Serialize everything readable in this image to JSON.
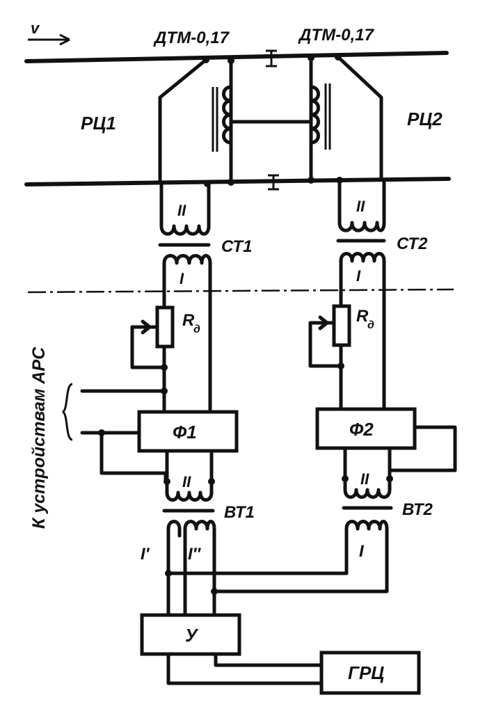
{
  "diagram": {
    "direction_label": "v",
    "left_joint_label": "ДТМ-0,17",
    "right_joint_label": "ДТМ-0,17",
    "circuit_left_label": "РЦ1",
    "circuit_right_label": "РЦ2",
    "coil_II": "II",
    "coil_I": "I",
    "coil_I_prime": "I′",
    "coil_I_double_prime": "I″",
    "st1_label": "СТ1",
    "st2_label": "СТ2",
    "resistor_label_R": "R",
    "resistor_label_sub": "д",
    "filter1_label": "Ф1",
    "filter2_label": "Ф2",
    "vt1_label": "ВТ1",
    "vt2_label": "ВТ2",
    "amplifier_label": "У",
    "generator_label": "ГРЦ",
    "ars_label": "К устройствам АРС"
  }
}
